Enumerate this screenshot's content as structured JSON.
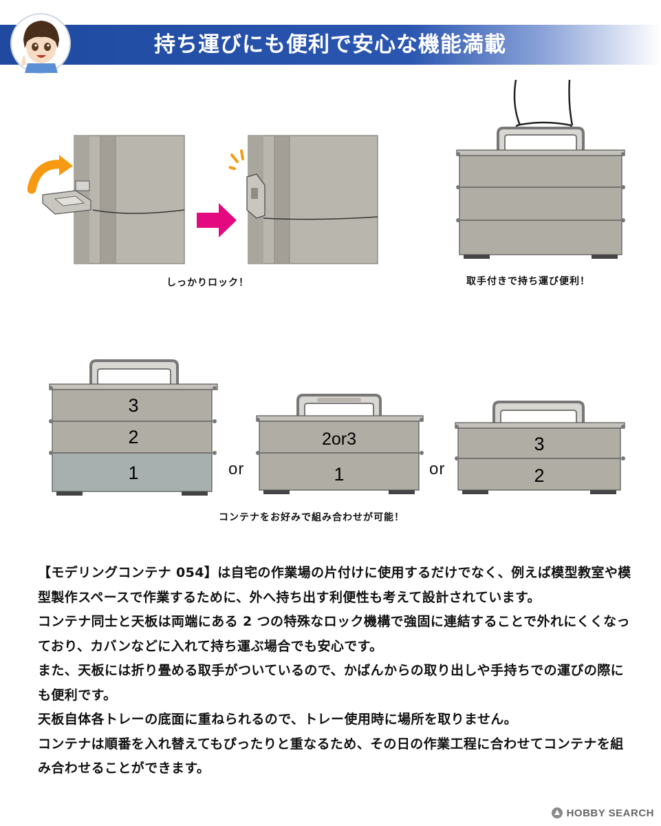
{
  "header": {
    "title": "持ち運びにも便利で安心な機能満載"
  },
  "figures": {
    "lock_caption": "しっかりロック！",
    "handle_caption": "取手付きで持ち運び便利！",
    "combo_caption": "コンテナをお好みで組み合わせが可能！",
    "or_label_1": "or",
    "or_label_2": "or",
    "stack_a": {
      "top": "3",
      "middle": "2",
      "bottom": "1"
    },
    "stack_b": {
      "top": "2or3",
      "bottom": "1"
    },
    "stack_c": {
      "top": "3",
      "bottom": "2"
    }
  },
  "description": {
    "paragraphs": [
      "【モデリングコンテナ 054】は自宅の作業場の片付けに使用するだけでなく、例えば模型教室や模型製作スペースで作業するために、外へ持ち出す利便性も考えて設計されています。",
      "コンテナ同士と天板は両端にある 2 つの特殊なロック機構で強固に連結することで外れにくくなっており、カバンなどに入れて持ち運ぶ場合でも安心です。",
      "また、天板には折り畳める取手がついているので、かばんからの取り出しや手持ちでの運びの際にも便利です。",
      "天板自体各トレーの底面に重ねられるので、トレー使用時に場所を取りません。",
      "コンテナは順番を入れ替えてもぴったりと重なるため、その日の作業工程に合わせてコンテナを組み合わせることができます。"
    ]
  },
  "watermark": {
    "text": "HOBBY SEARCH"
  },
  "colors": {
    "banner_blue": "#1f4aa0",
    "box_grey": "#a8a49a",
    "box_blue_grey": "#a7b0ae",
    "arrow_orange": "#f59a12",
    "arrow_magenta": "#e5097f"
  }
}
